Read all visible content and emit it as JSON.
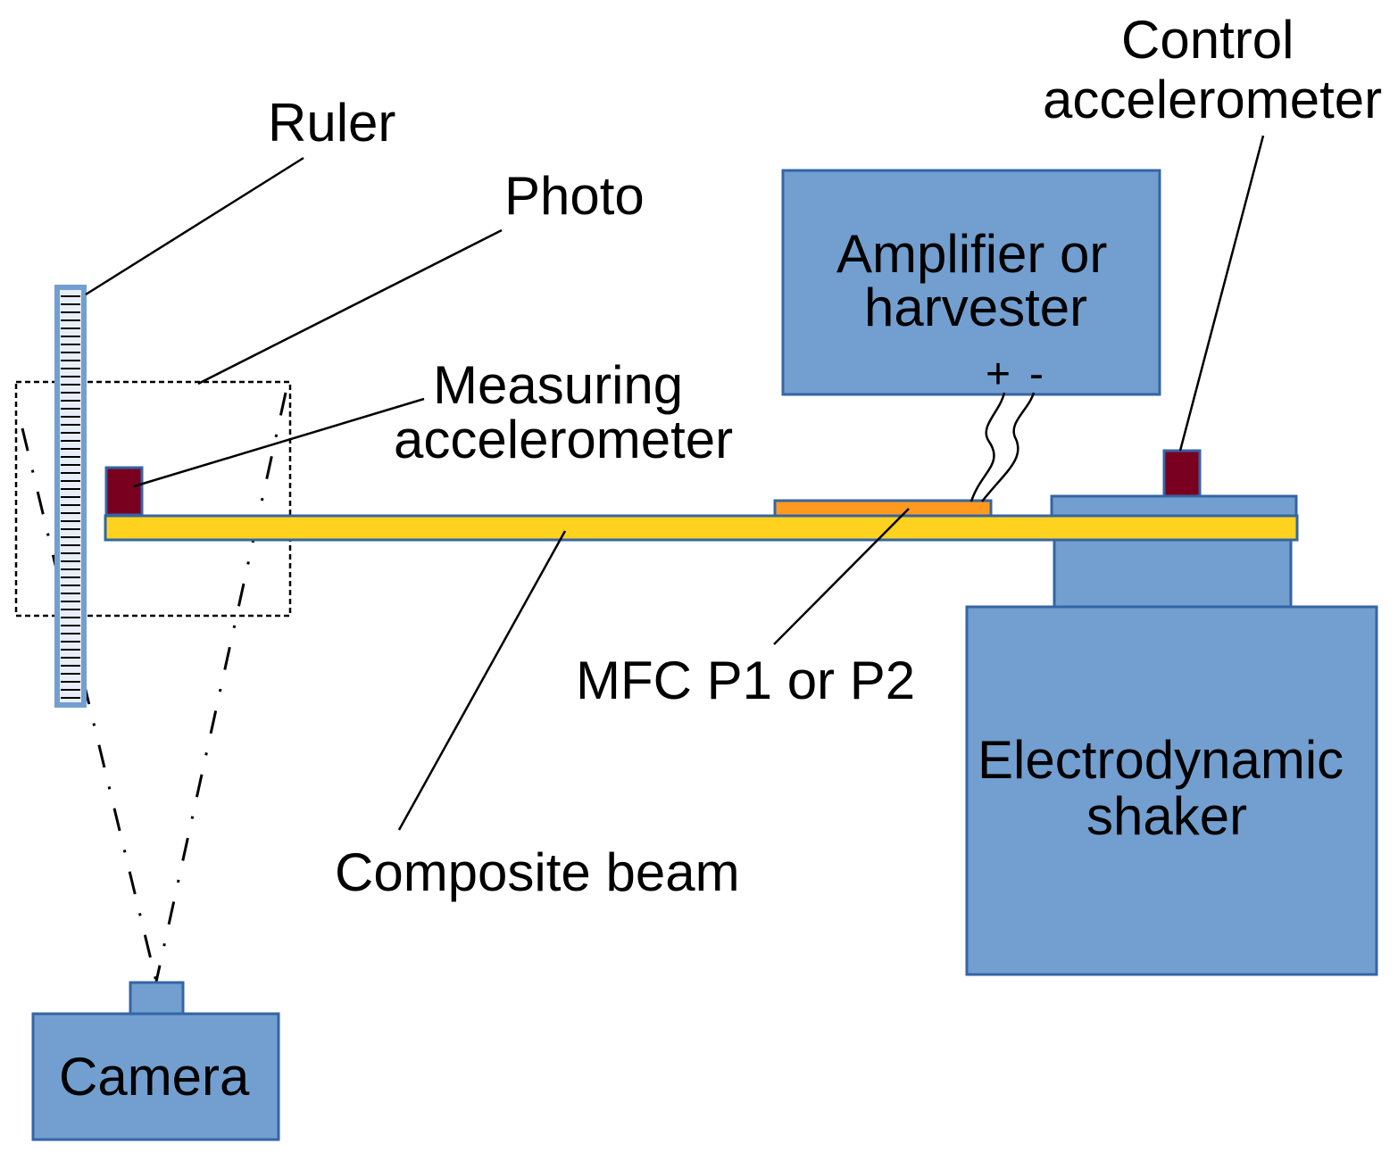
{
  "labels": {
    "ruler": "Ruler",
    "photo": "Photo",
    "measuring_accel_1": "Measuring",
    "measuring_accel_2": "accelerometer",
    "control_accel_1": "Control",
    "control_accel_2": "accelerometer",
    "amplifier_1": "Amplifier or",
    "amplifier_2": "harvester",
    "plus": "+",
    "minus": "-",
    "mfc": "MFC P1 or P2",
    "composite_beam": "Composite beam",
    "shaker_1": "Electrodynamic",
    "shaker_2": "shaker",
    "camera": "Camera"
  },
  "colors": {
    "box_fill": "#729fcf",
    "box_stroke": "#3465a4",
    "beam": "#ffd21f",
    "mfc_patch": "#ff9a1f",
    "accelerometer": "#7a0020"
  }
}
